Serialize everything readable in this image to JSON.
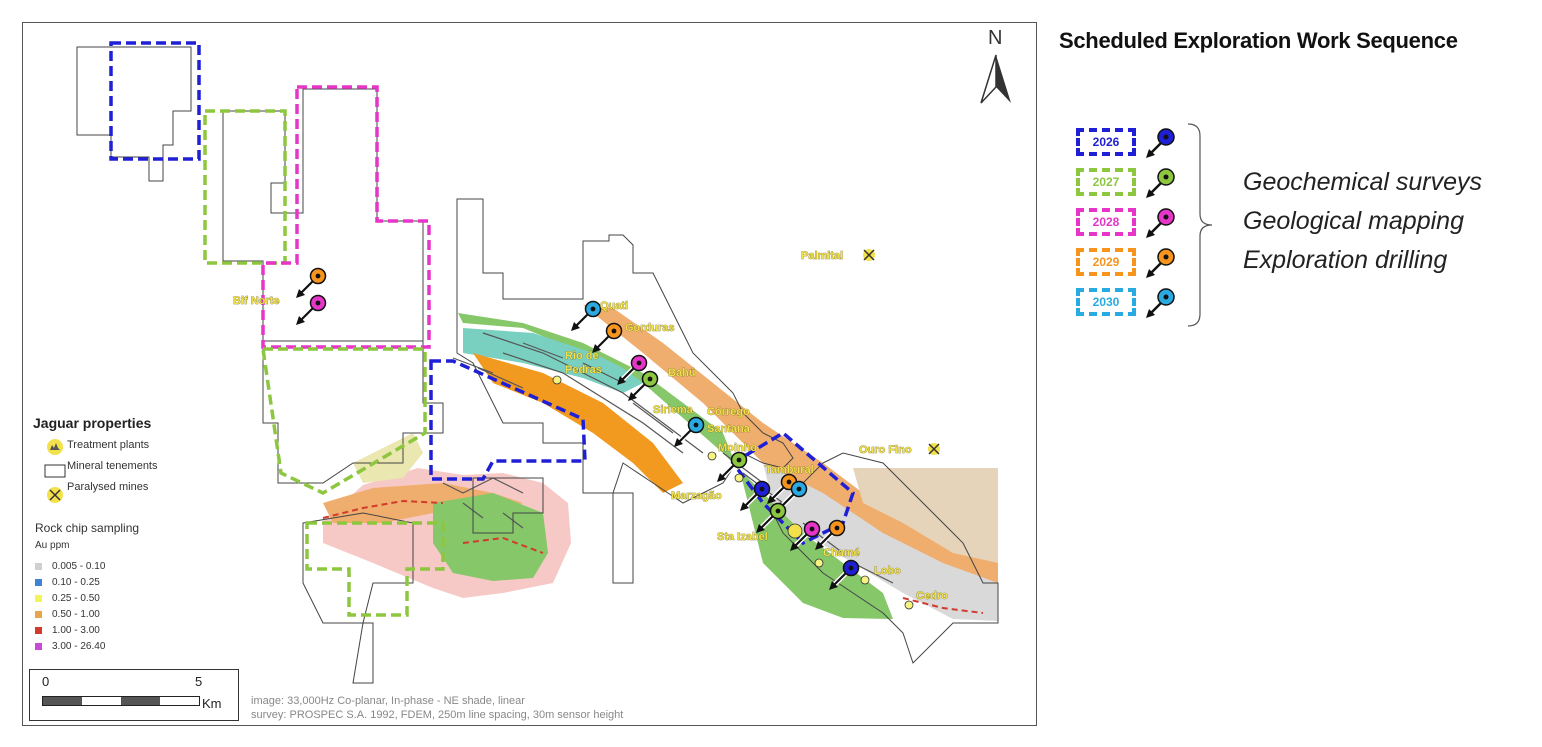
{
  "map": {
    "north_label": "N",
    "locations": [
      "Bif Norte",
      "Quati",
      "Gorduras",
      "Rio de",
      "Pedras",
      "Bahú",
      "Palmital",
      "Siriema",
      "Córrego",
      "Santana",
      "Moinho",
      "Tambural",
      "Marzagão",
      "Sta Izabel",
      "Chamé",
      "Lobo",
      "Cedro",
      "Ouro Fino"
    ],
    "colors": {
      "y2026": "#1f1fd6",
      "y2027": "#8dc63f",
      "y2028": "#e635c8",
      "y2029": "#f7941d",
      "y2030": "#29abe2",
      "tenement": "#444444",
      "label_fill": "#f2e14a"
    }
  },
  "legend": {
    "title": "Jaguar properties",
    "items": [
      {
        "label": "Treatment plants",
        "icon": "treatment-plant-icon"
      },
      {
        "label": "Mineral tenements",
        "icon": "tenement-box-icon"
      },
      {
        "label": "Paralysed mines",
        "icon": "paralysed-mine-icon"
      }
    ],
    "rock_chip": {
      "title": "Rock chip sampling",
      "unit": "Au ppm",
      "classes": [
        {
          "range": "0.005 - 0.10",
          "color": "#cfcfcf"
        },
        {
          "range": "0.10 - 0.25",
          "color": "#3f83d8"
        },
        {
          "range": "0.25 - 0.50",
          "color": "#f3f35a"
        },
        {
          "range": "0.50 - 1.00",
          "color": "#e9a54a"
        },
        {
          "range": "1.00 - 3.00",
          "color": "#d23a2d"
        },
        {
          "range": "3.00 - 26.40",
          "color": "#c94ad6"
        }
      ]
    }
  },
  "scale": {
    "zero": "0",
    "five": "5",
    "unit": "Km"
  },
  "caption": {
    "line1": "image: 33,000Hz Co-planar, In-phase - NE shade, linear",
    "line2": "survey: PROSPEC S.A. 1992, FDEM, 250m line spacing, 30m sensor height"
  },
  "schedule": {
    "title": "Scheduled Exploration Work Sequence",
    "years": [
      {
        "year": "2026",
        "color": "#1f1fd6"
      },
      {
        "year": "2027",
        "color": "#8dc63f"
      },
      {
        "year": "2028",
        "color": "#e635c8"
      },
      {
        "year": "2029",
        "color": "#f7941d"
      },
      {
        "year": "2030",
        "color": "#29abe2"
      }
    ],
    "activities": [
      "Geochemical surveys",
      "Geological mapping",
      "Exploration drilling"
    ]
  }
}
